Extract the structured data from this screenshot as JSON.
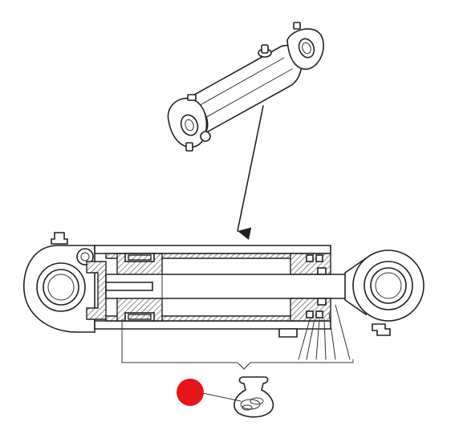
{
  "diagram": {
    "subject": "hydraulic-cylinder",
    "views": [
      "isometric-view",
      "cross-section-view",
      "seal-kit-detail"
    ],
    "colors": {
      "line": "#222222",
      "background": "#ffffff",
      "marker": "#e8141b"
    },
    "marker": {
      "shape": "filled-circle",
      "color": "#e8141b"
    }
  }
}
